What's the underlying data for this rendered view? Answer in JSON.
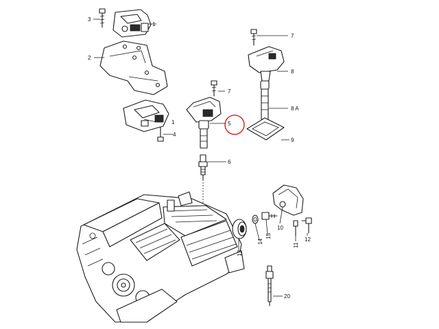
{
  "callouts": {
    "c1a": "1",
    "c1b": "1",
    "c2": "2",
    "c3": "3",
    "c4": "4",
    "c5": "5",
    "c6": "6",
    "c7a": "7",
    "c7b": "7",
    "c8": "8",
    "c8a": "8 A",
    "c9": "9",
    "c10": "10",
    "c11": "11",
    "c12": "12",
    "c13": "13",
    "c14": "14",
    "c15": "15",
    "c20": "20"
  },
  "highlight": {
    "part": "5",
    "color": "#d9352b"
  }
}
